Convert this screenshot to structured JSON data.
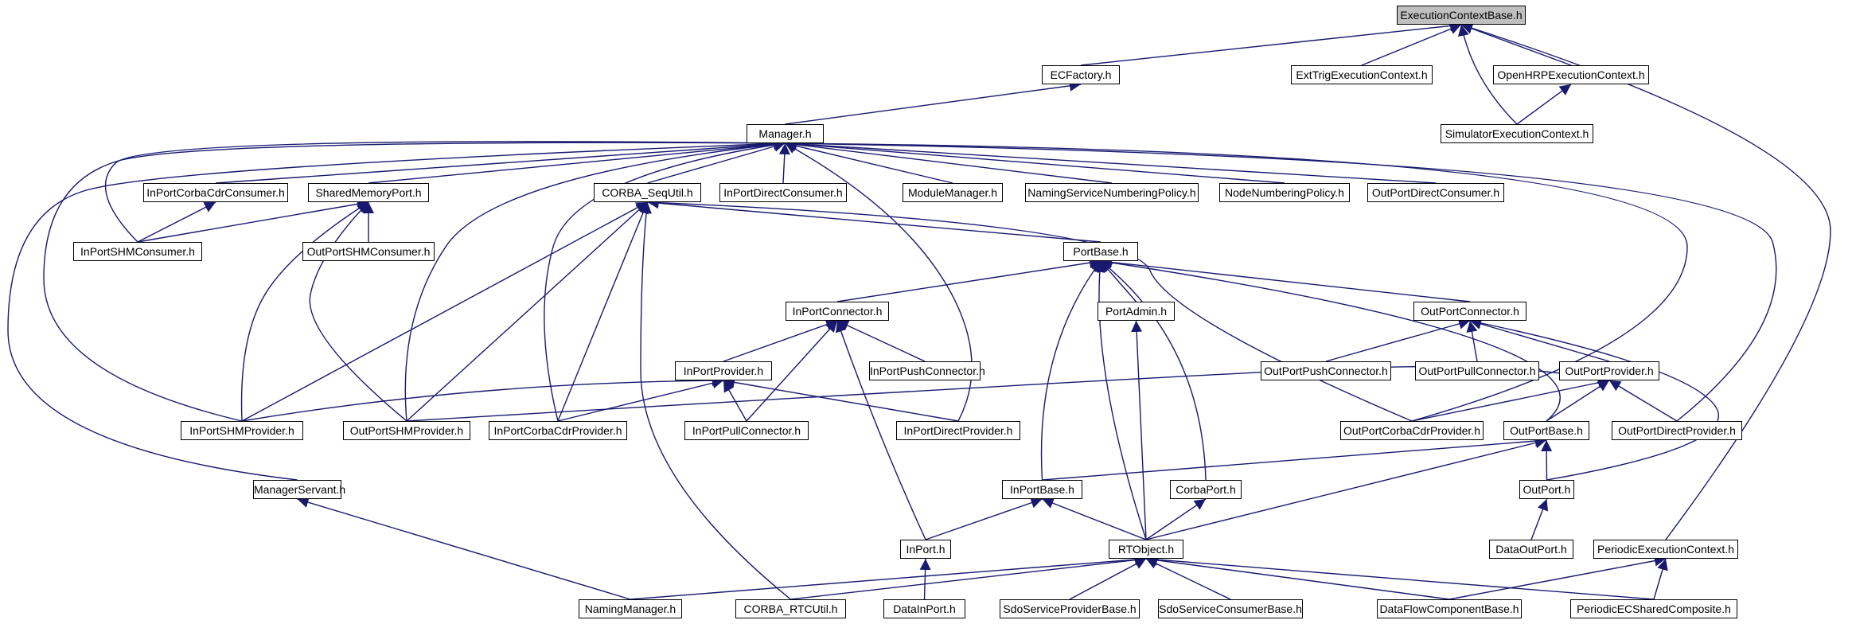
{
  "graph": {
    "root": "ExecutionContextBase.h",
    "colors": {
      "edge": "#191970",
      "node_border": "#000000",
      "node_fill": "#ffffff",
      "root_fill": "#bfbfbf"
    },
    "nodes": [
      {
        "id": "ecb",
        "label": "ExecutionContextBase.h"
      },
      {
        "id": "ecf",
        "label": "ECFactory.h"
      },
      {
        "id": "ext",
        "label": "ExtTrigExecutionContext.h"
      },
      {
        "id": "ohrp",
        "label": "OpenHRPExecutionContext.h"
      },
      {
        "id": "sim",
        "label": "SimulatorExecutionContext.h"
      },
      {
        "id": "mgr",
        "label": "Manager.h"
      },
      {
        "id": "icdc",
        "label": "InPortCorbaCdrConsumer.h"
      },
      {
        "id": "smp",
        "label": "SharedMemoryPort.h"
      },
      {
        "id": "csu",
        "label": "CORBA_SeqUtil.h"
      },
      {
        "id": "idc",
        "label": "InPortDirectConsumer.h"
      },
      {
        "id": "mm",
        "label": "ModuleManager.h"
      },
      {
        "id": "nsnp",
        "label": "NamingServiceNumberingPolicy.h"
      },
      {
        "id": "nnp",
        "label": "NodeNumberingPolicy.h"
      },
      {
        "id": "odc",
        "label": "OutPortDirectConsumer.h"
      },
      {
        "id": "ishmc",
        "label": "InPortSHMConsumer.h"
      },
      {
        "id": "oshmc",
        "label": "OutPortSHMConsumer.h"
      },
      {
        "id": "pb",
        "label": "PortBase.h"
      },
      {
        "id": "ipc",
        "label": "InPortConnector.h"
      },
      {
        "id": "pa",
        "label": "PortAdmin.h"
      },
      {
        "id": "opc",
        "label": "OutPortConnector.h"
      },
      {
        "id": "ipp",
        "label": "InPortProvider.h"
      },
      {
        "id": "ippc",
        "label": "InPortPushConnector.h"
      },
      {
        "id": "oppc",
        "label": "OutPortPushConnector.h"
      },
      {
        "id": "opplc",
        "label": "OutPortPullConnector.h"
      },
      {
        "id": "opp",
        "label": "OutPortProvider.h"
      },
      {
        "id": "ishmp",
        "label": "InPortSHMProvider.h"
      },
      {
        "id": "oshmp",
        "label": "OutPortSHMProvider.h"
      },
      {
        "id": "icdp",
        "label": "InPortCorbaCdrProvider.h"
      },
      {
        "id": "iplc",
        "label": "InPortPullConnector.h"
      },
      {
        "id": "idp",
        "label": "InPortDirectProvider.h"
      },
      {
        "id": "ocdp",
        "label": "OutPortCorbaCdrProvider.h"
      },
      {
        "id": "ob",
        "label": "OutPortBase.h"
      },
      {
        "id": "odp",
        "label": "OutPortDirectProvider.h"
      },
      {
        "id": "ms",
        "label": "ManagerServant.h"
      },
      {
        "id": "ib",
        "label": "InPortBase.h"
      },
      {
        "id": "cp",
        "label": "CorbaPort.h"
      },
      {
        "id": "op",
        "label": "OutPort.h"
      },
      {
        "id": "ip",
        "label": "InPort.h"
      },
      {
        "id": "rto",
        "label": "RTObject.h"
      },
      {
        "id": "dop",
        "label": "DataOutPort.h"
      },
      {
        "id": "pec",
        "label": "PeriodicExecutionContext.h"
      },
      {
        "id": "nm",
        "label": "NamingManager.h"
      },
      {
        "id": "crtc",
        "label": "CORBA_RTCUtil.h"
      },
      {
        "id": "dip",
        "label": "DataInPort.h"
      },
      {
        "id": "sspb",
        "label": "SdoServiceProviderBase.h"
      },
      {
        "id": "sscb",
        "label": "SdoServiceConsumerBase.h"
      },
      {
        "id": "dfcb",
        "label": "DataFlowComponentBase.h"
      },
      {
        "id": "pecsc",
        "label": "PeriodicECSharedComposite.h"
      }
    ],
    "edges": [
      [
        "ecf",
        "ecb"
      ],
      [
        "ext",
        "ecb"
      ],
      [
        "ohrp",
        "ecb"
      ],
      [
        "sim",
        "ecb"
      ],
      [
        "pec",
        "ecb"
      ],
      [
        "sim",
        "ohrp"
      ],
      [
        "mgr",
        "ecf"
      ],
      [
        "icdc",
        "mgr"
      ],
      [
        "smp",
        "mgr"
      ],
      [
        "csu",
        "mgr"
      ],
      [
        "idc",
        "mgr"
      ],
      [
        "mm",
        "mgr"
      ],
      [
        "nsnp",
        "mgr"
      ],
      [
        "nnp",
        "mgr"
      ],
      [
        "odc",
        "mgr"
      ],
      [
        "ishmc",
        "mgr"
      ],
      [
        "ishmp",
        "mgr"
      ],
      [
        "oshmp",
        "mgr"
      ],
      [
        "icdp",
        "mgr"
      ],
      [
        "idp",
        "mgr"
      ],
      [
        "ocdp",
        "mgr"
      ],
      [
        "odp",
        "mgr"
      ],
      [
        "ms",
        "mgr"
      ],
      [
        "ishmc",
        "icdc"
      ],
      [
        "ishmc",
        "smp"
      ],
      [
        "oshmc",
        "smp"
      ],
      [
        "ishmp",
        "smp"
      ],
      [
        "oshmp",
        "smp"
      ],
      [
        "pb",
        "csu"
      ],
      [
        "ocdp",
        "csu"
      ],
      [
        "ishmp",
        "csu"
      ],
      [
        "oshmp",
        "csu"
      ],
      [
        "icdp",
        "csu"
      ],
      [
        "crtc",
        "csu"
      ],
      [
        "ipc",
        "pb"
      ],
      [
        "pa",
        "pb"
      ],
      [
        "opc",
        "pb"
      ],
      [
        "ib",
        "pb"
      ],
      [
        "rto",
        "pb"
      ],
      [
        "cp",
        "pb"
      ],
      [
        "ob",
        "pb"
      ],
      [
        "ipp",
        "ipc"
      ],
      [
        "ippc",
        "ipc"
      ],
      [
        "iplc",
        "ipc"
      ],
      [
        "ip",
        "ipc"
      ],
      [
        "rto",
        "pa"
      ],
      [
        "oppc",
        "opc"
      ],
      [
        "opplc",
        "opc"
      ],
      [
        "opp",
        "opc"
      ],
      [
        "op",
        "opc"
      ],
      [
        "ishmp",
        "ipp"
      ],
      [
        "icdp",
        "ipp"
      ],
      [
        "iplc",
        "ipp"
      ],
      [
        "idp",
        "ipp"
      ],
      [
        "oshmp",
        "opp"
      ],
      [
        "ocdp",
        "opp"
      ],
      [
        "ob",
        "opp"
      ],
      [
        "odp",
        "opp"
      ],
      [
        "ib",
        "ob"
      ],
      [
        "rto",
        "ob"
      ],
      [
        "op",
        "ob"
      ],
      [
        "ip",
        "ib"
      ],
      [
        "rto",
        "ib"
      ],
      [
        "rto",
        "cp"
      ],
      [
        "dop",
        "op"
      ],
      [
        "dip",
        "ip"
      ],
      [
        "nm",
        "ms"
      ],
      [
        "nm",
        "rto"
      ],
      [
        "crtc",
        "rto"
      ],
      [
        "sspb",
        "rto"
      ],
      [
        "sscb",
        "rto"
      ],
      [
        "dfcb",
        "rto"
      ],
      [
        "pecsc",
        "rto"
      ],
      [
        "dfcb",
        "pec"
      ],
      [
        "pecsc",
        "pec"
      ]
    ]
  }
}
